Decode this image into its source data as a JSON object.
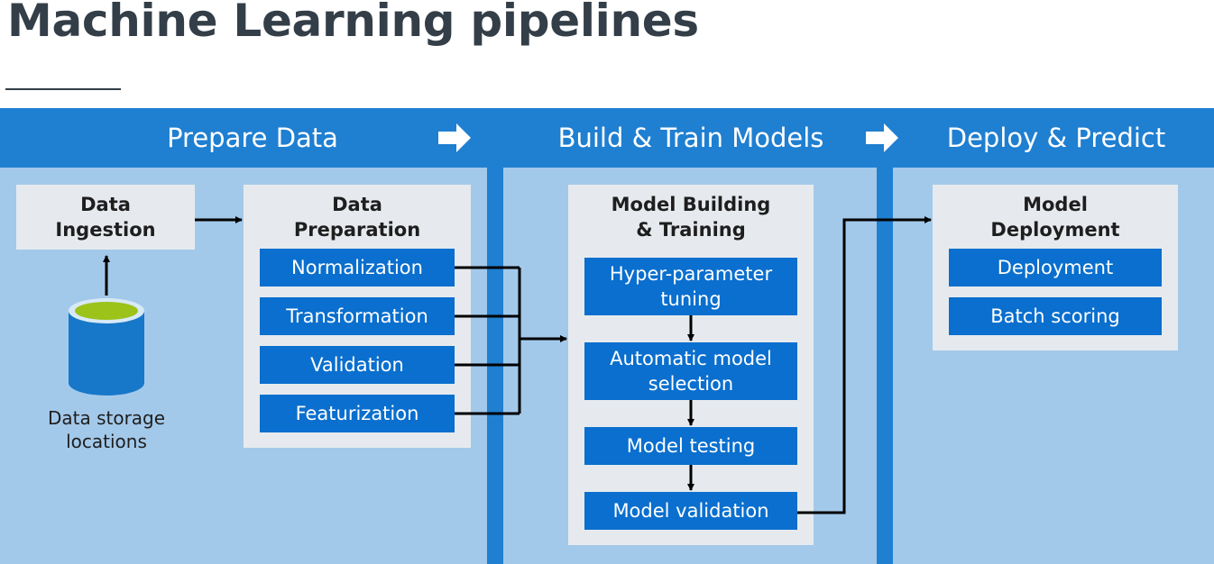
{
  "title": "Machine Learning pipelines",
  "stages": {
    "prepare": "Prepare Data",
    "build": "Build & Train Models",
    "deploy": "Deploy & Predict"
  },
  "ingestion": {
    "line1": "Data",
    "line2": "Ingestion"
  },
  "storage": {
    "line1": "Data storage",
    "line2": "locations"
  },
  "preparation": {
    "line1": "Data",
    "line2": "Preparation",
    "steps": [
      "Normalization",
      "Transformation",
      "Validation",
      "Featurization"
    ]
  },
  "training": {
    "line1": "Model Building",
    "line2": "& Training",
    "steps": [
      {
        "line1": "Hyper-parameter",
        "line2": "tuning"
      },
      {
        "line1": "Automatic model",
        "line2": "selection"
      },
      {
        "line1": "Model testing"
      },
      {
        "line1": "Model validation"
      }
    ]
  },
  "deployment": {
    "line1": "Model",
    "line2": "Deployment",
    "steps": [
      "Deployment",
      "Batch scoring"
    ]
  },
  "colors": {
    "stage_header": "#1f7fd1",
    "panel": "#a3c9ea",
    "card": "#e6eaee",
    "step_box": "#0a6fce",
    "title_text": "#333e48",
    "cylinder_top": "#9bc31a"
  }
}
